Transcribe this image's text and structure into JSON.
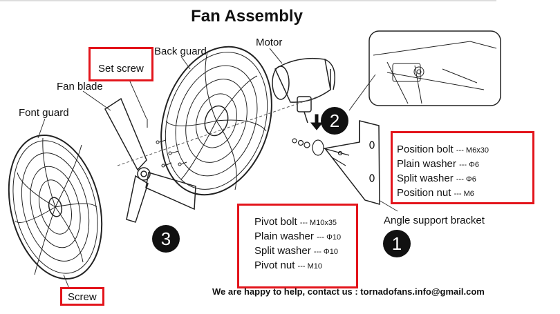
{
  "title": "Fan Assembly",
  "labels": {
    "set_screw": "Set screw",
    "back_guard": "Back guard",
    "motor": "Motor",
    "fan_blade": "Fan blade",
    "font_guard": "Font guard",
    "angle_support_bracket": "Angle support bracket",
    "screw": "Screw"
  },
  "steps": {
    "one": "1",
    "two": "2",
    "three": "3"
  },
  "position_box": [
    {
      "name": "Position bolt",
      "spec": "--- M6x30"
    },
    {
      "name": "Plain washer",
      "spec": "--- Φ6"
    },
    {
      "name": "Split washer",
      "spec": "--- Φ6"
    },
    {
      "name": "Position nut",
      "spec": "--- M6"
    }
  ],
  "pivot_box": [
    {
      "name": "Pivot bolt",
      "spec": "--- M10x35"
    },
    {
      "name": "Plain washer",
      "spec": "--- Φ10"
    },
    {
      "name": "Split washer",
      "spec": "--- Φ10"
    },
    {
      "name": "Pivot nut",
      "spec": "--- M10"
    }
  ],
  "contact": "We are happy to help, contact us : tornadofans.info@gmail.com",
  "colors": {
    "highlight": "#e3141b",
    "ink": "#111111"
  }
}
